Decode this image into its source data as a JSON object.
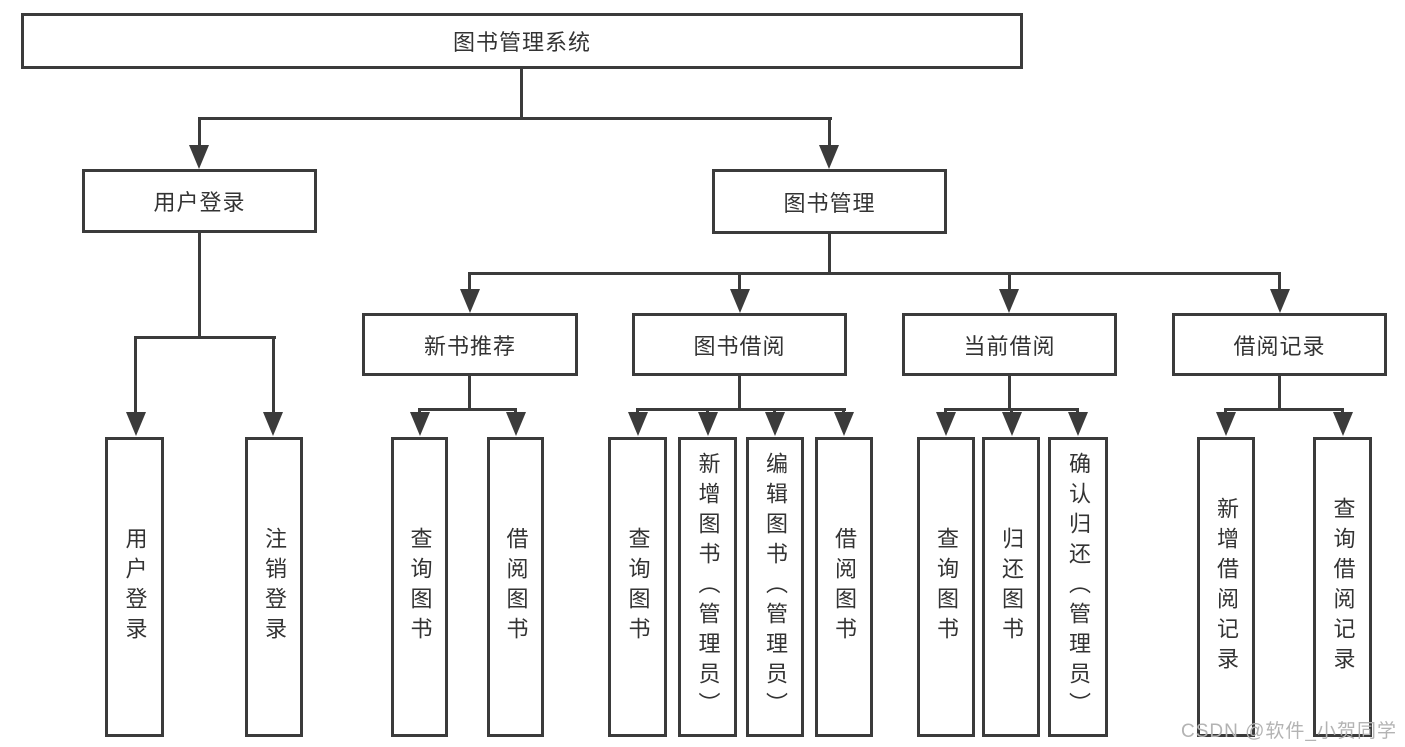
{
  "tree": {
    "label": "图书管理系统",
    "children": [
      {
        "label": "用户登录",
        "children": [
          {
            "label": "用户登录"
          },
          {
            "label": "注销登录"
          }
        ]
      },
      {
        "label": "图书管理",
        "children": [
          {
            "label": "新书推荐",
            "children": [
              {
                "label": "查询图书"
              },
              {
                "label": "借阅图书"
              }
            ]
          },
          {
            "label": "图书借阅",
            "children": [
              {
                "label": "查询图书"
              },
              {
                "label": "新增图书（管理员）"
              },
              {
                "label": "编辑图书（管理员）"
              },
              {
                "label": "借阅图书"
              }
            ]
          },
          {
            "label": "当前借阅",
            "children": [
              {
                "label": "查询图书"
              },
              {
                "label": "归还图书"
              },
              {
                "label": "确认归还（管理员）"
              }
            ]
          },
          {
            "label": "借阅记录",
            "children": [
              {
                "label": "新增借阅记录"
              },
              {
                "label": "查询借阅记录"
              }
            ]
          }
        ]
      }
    ]
  },
  "watermark": {
    "text": "CSDN @软件_小贺同学"
  },
  "colors": {
    "line": "#3b3b3b",
    "text": "#333333",
    "watermark_text": "#b3b3b3",
    "background": "#ffffff"
  }
}
